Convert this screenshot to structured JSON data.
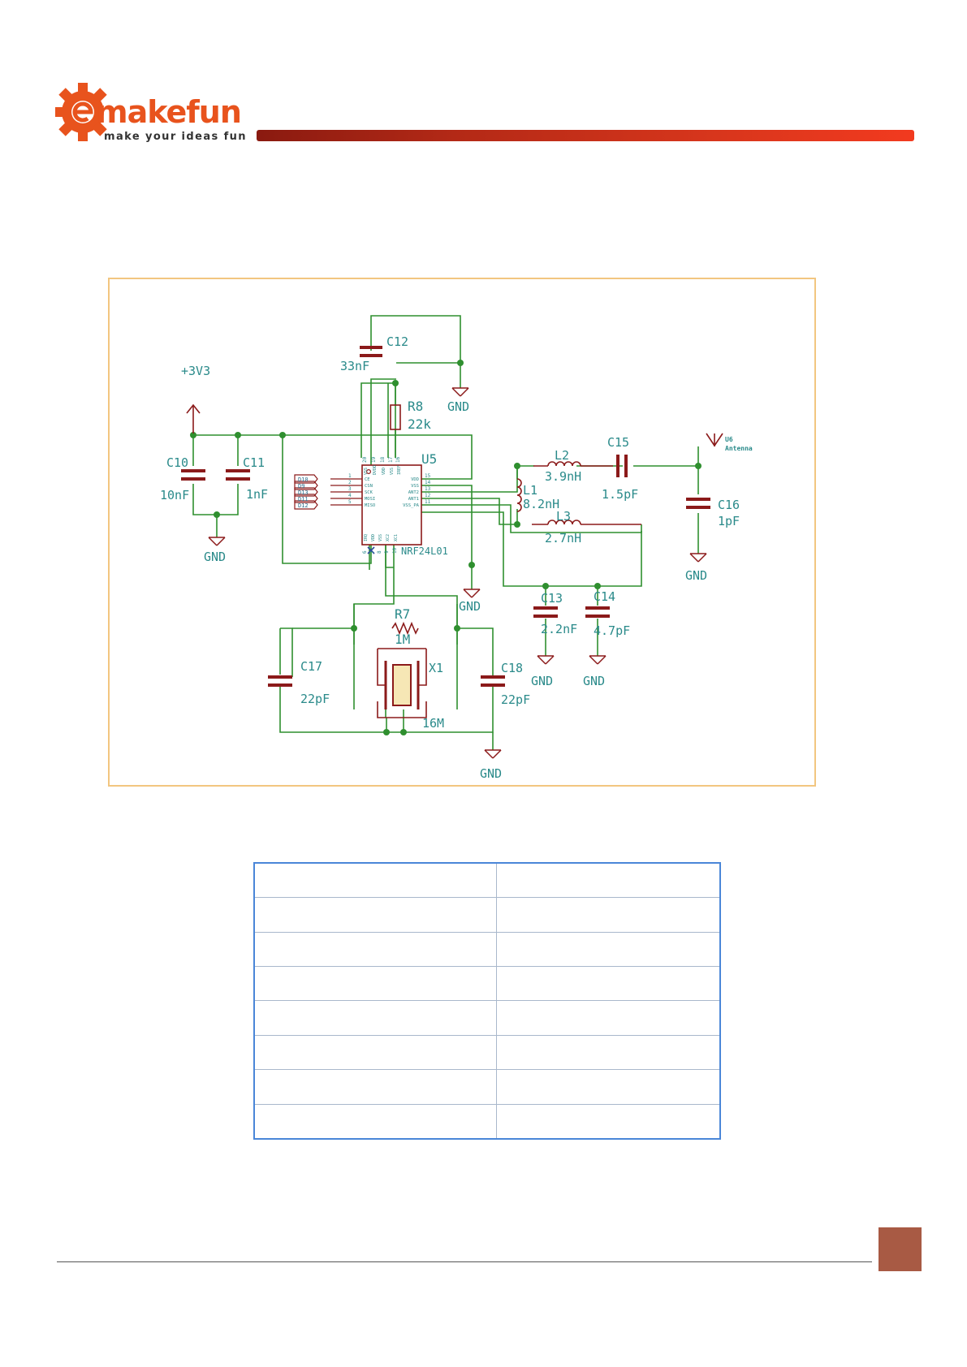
{
  "header": {
    "brand_name": "makefun",
    "brand_tagline": "make your ideas fun"
  },
  "schematic": {
    "power": {
      "label": "+3V3"
    },
    "chip": {
      "ref": "U5",
      "value": "NRF24L01",
      "left_pins": [
        {
          "num": "1",
          "name": "CE",
          "net": "D10"
        },
        {
          "num": "2",
          "name": "CSN",
          "net": "D9"
        },
        {
          "num": "3",
          "name": "SCK",
          "net": "D13"
        },
        {
          "num": "4",
          "name": "MOSI",
          "net": "D11"
        },
        {
          "num": "5",
          "name": "MISO",
          "net": "D12"
        }
      ],
      "right_pins": [
        {
          "num": "15",
          "name": "VDD"
        },
        {
          "num": "14",
          "name": "VSS"
        },
        {
          "num": "13",
          "name": "ANT2"
        },
        {
          "num": "12",
          "name": "ANT1"
        },
        {
          "num": "11",
          "name": "VSS_PA"
        }
      ],
      "top_pins": [
        {
          "num": "20",
          "name": "VSS"
        },
        {
          "num": "19",
          "name": "DVDD"
        },
        {
          "num": "18",
          "name": "VDD"
        },
        {
          "num": "17",
          "name": "VSS"
        },
        {
          "num": "16",
          "name": "IREF"
        }
      ],
      "bottom_pins": [
        {
          "num": "6",
          "name": "IRQ"
        },
        {
          "num": "7",
          "name": "VDD"
        },
        {
          "num": "8",
          "name": "VSS"
        },
        {
          "num": "9",
          "name": "XC2"
        },
        {
          "num": "10",
          "name": "XC1"
        }
      ]
    },
    "components": {
      "c10": {
        "ref": "C10",
        "value": "10nF"
      },
      "c11": {
        "ref": "C11",
        "value": "1nF"
      },
      "c12": {
        "ref": "C12",
        "value": "33nF"
      },
      "r8": {
        "ref": "R8",
        "value": "22k"
      },
      "l2": {
        "ref": "L2",
        "value": "3.9nH"
      },
      "c15": {
        "ref": "C15",
        "value": "1.5pF"
      },
      "l1": {
        "ref": "L1",
        "value": "8.2nH"
      },
      "l3": {
        "ref": "L3",
        "value": "2.7nH"
      },
      "c16": {
        "ref": "C16",
        "value": "1pF"
      },
      "u6": {
        "ref": "U6",
        "value": "Antenna"
      },
      "c13": {
        "ref": "C13",
        "value": "2.2nF"
      },
      "c14": {
        "ref": "C14",
        "value": "4.7pF"
      },
      "r7": {
        "ref": "R7",
        "value": "1M"
      },
      "x1": {
        "ref": "X1",
        "value": "16M"
      },
      "c17": {
        "ref": "C17",
        "value": "22pF"
      },
      "c18": {
        "ref": "C18",
        "value": "22pF"
      }
    },
    "gnd_label": "GND"
  },
  "table": {
    "rows": [
      [
        "",
        ""
      ],
      [
        "",
        ""
      ],
      [
        "",
        ""
      ],
      [
        "",
        ""
      ],
      [
        "",
        ""
      ],
      [
        "",
        ""
      ],
      [
        "",
        ""
      ],
      [
        "",
        ""
      ]
    ]
  },
  "colors": {
    "wire": "#2f8f2f",
    "component": "#8b1a1a",
    "label": "#2a8a8a",
    "frame": "#f2c680",
    "accent": "#e8531d",
    "table_border": "#4a86d8",
    "page_box": "#a85a44"
  }
}
